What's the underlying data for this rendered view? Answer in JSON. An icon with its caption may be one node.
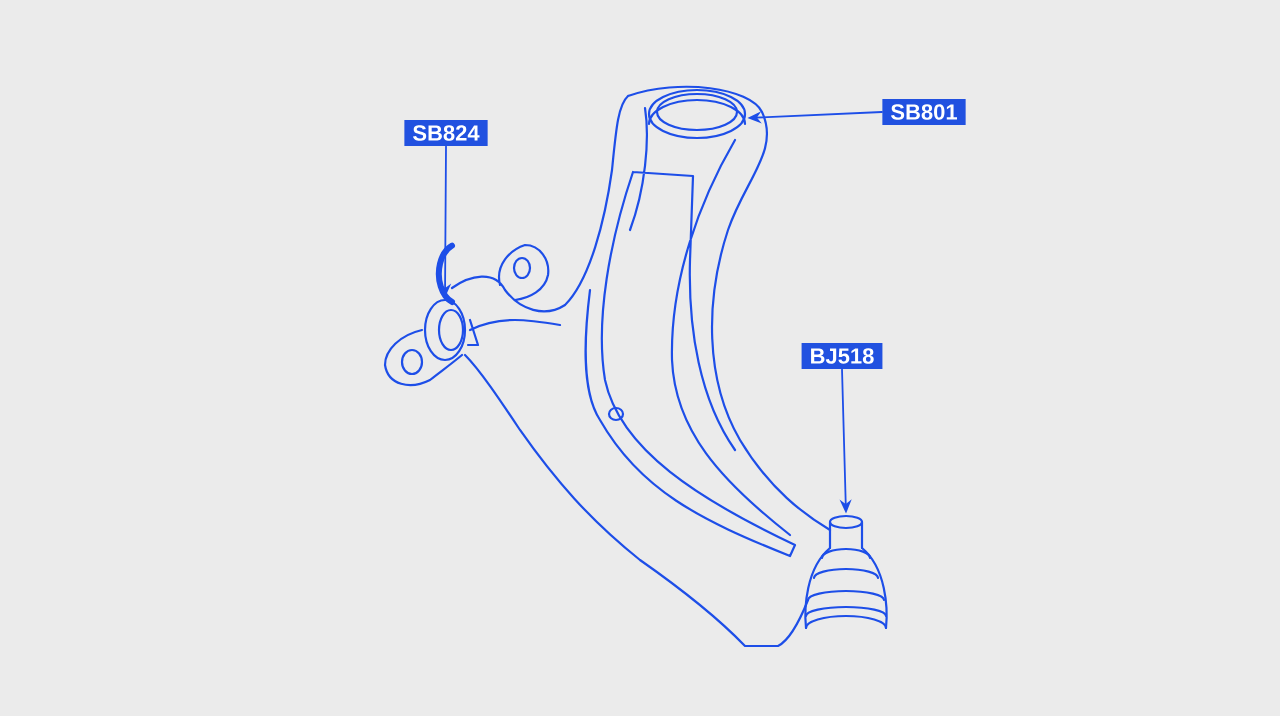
{
  "diagram": {
    "nodes": [
      {
        "text": [
          "SB824"
        ]
      },
      {
        "text": [
          "SB801"
        ]
      },
      {
        "text": [
          "BJ518"
        ]
      },
      {
        "text": [],
        "shape": "picture"
      },
      {
        "text": [],
        "shape": "picture"
      },
      {
        "text": [],
        "shape": "picture"
      }
    ],
    "edges": [
      {
        "from": 0,
        "to": 3,
        "arrow": "to"
      },
      {
        "from": 1,
        "to": 4,
        "arrow": "to"
      },
      {
        "from": 2,
        "to": 5,
        "arrow": "to"
      }
    ]
  }
}
